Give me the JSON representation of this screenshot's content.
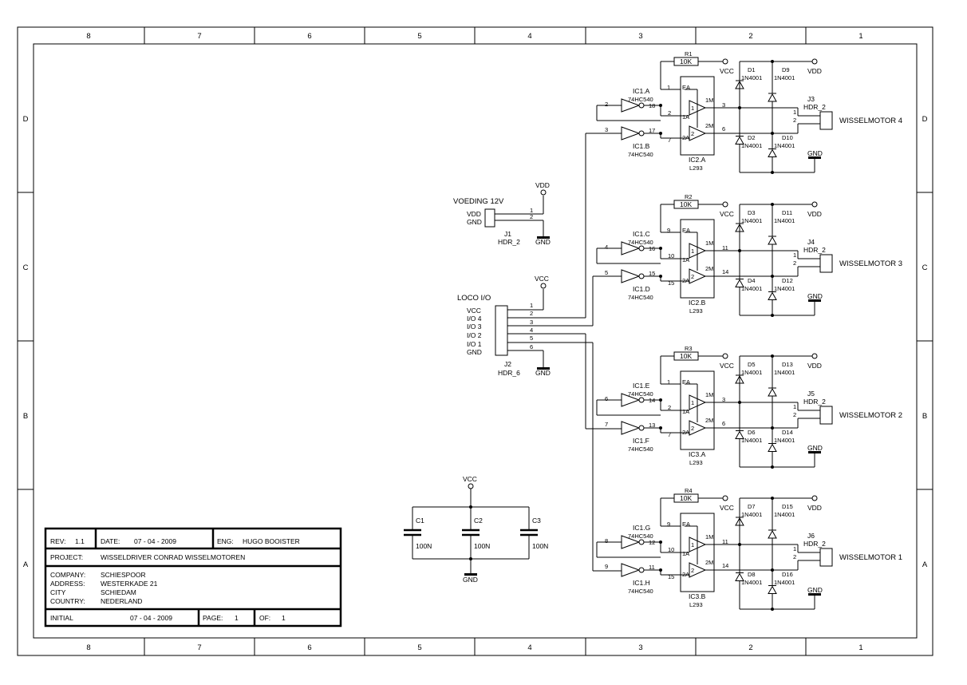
{
  "border": {
    "columns": [
      "8",
      "7",
      "6",
      "5",
      "4",
      "3",
      "2",
      "1"
    ],
    "rows": [
      "D",
      "C",
      "B",
      "A"
    ]
  },
  "power": {
    "label": "VOEDING 12V",
    "pins": [
      "VDD",
      "GND"
    ],
    "pin_numbers": [
      "1",
      "2"
    ],
    "ref": "J1",
    "type": "HDR_2",
    "vdd": "VDD",
    "gnd": "GND"
  },
  "loco": {
    "label": "LOCO I/O",
    "pins": [
      "VCC",
      "I/O 4",
      "I/O 3",
      "I/O 2",
      "I/O 1",
      "GND"
    ],
    "pin_numbers": [
      "1",
      "2",
      "3",
      "4",
      "5",
      "6"
    ],
    "ref": "J2",
    "type": "HDR_6",
    "vcc": "VCC",
    "gnd": "GND"
  },
  "caps": {
    "vcc": "VCC",
    "gnd": "GND",
    "items": [
      {
        "ref": "C1",
        "value": "100N"
      },
      {
        "ref": "C2",
        "value": "100N"
      },
      {
        "ref": "C3",
        "value": "100N"
      }
    ]
  },
  "channels": [
    {
      "res_ref": "R1",
      "res_val": "10K",
      "vcc": "VCC",
      "vdd": "VDD",
      "gnd": "GND",
      "ea_pin": "1",
      "buf_a": "IC1.A",
      "buf_a_type": "74HC540",
      "buf_a_in": "2",
      "buf_a_out": "18",
      "buf_b": "IC1.B",
      "buf_b_type": "74HC540",
      "buf_b_in": "3",
      "buf_b_out": "17",
      "in1": "2",
      "in2": "7",
      "out1": "3",
      "out2": "6",
      "drv": "IC2.A",
      "drv_type": "L293",
      "ea": "EA",
      "p1m": "1M",
      "p2m": "2M",
      "p1a": "1A",
      "p2a": "2A",
      "g1": "1",
      "g2": "2",
      "d_top_l": "D1",
      "d_top_r": "D9",
      "d_bot_l": "D2",
      "d_bot_r": "D10",
      "diode": "1N4001",
      "conn": "J3",
      "conn_type": "HDR_2",
      "c1": "1",
      "c2": "2",
      "motor": "WISSELMOTOR 4"
    },
    {
      "res_ref": "R2",
      "res_val": "10K",
      "vcc": "VCC",
      "vdd": "VDD",
      "gnd": "GND",
      "ea_pin": "9",
      "buf_a": "IC1.C",
      "buf_a_type": "74HC540",
      "buf_a_in": "4",
      "buf_a_out": "16",
      "buf_b": "IC1.D",
      "buf_b_type": "74HC540",
      "buf_b_in": "5",
      "buf_b_out": "15",
      "in1": "10",
      "in2": "15",
      "out1": "11",
      "out2": "14",
      "drv": "IC2.B",
      "drv_type": "L293",
      "ea": "EA",
      "p1m": "1M",
      "p2m": "2M",
      "p1a": "1A",
      "p2a": "2A",
      "g1": "1",
      "g2": "2",
      "d_top_l": "D3",
      "d_top_r": "D11",
      "d_bot_l": "D4",
      "d_bot_r": "D12",
      "diode": "1N4001",
      "conn": "J4",
      "conn_type": "HDR_2",
      "c1": "1",
      "c2": "2",
      "motor": "WISSELMOTOR 3"
    },
    {
      "res_ref": "R3",
      "res_val": "10K",
      "vcc": "VCC",
      "vdd": "VDD",
      "gnd": "GND",
      "ea_pin": "1",
      "buf_a": "IC1.E",
      "buf_a_type": "74HC540",
      "buf_a_in": "6",
      "buf_a_out": "14",
      "buf_b": "IC1.F",
      "buf_b_type": "74HC540",
      "buf_b_in": "7",
      "buf_b_out": "13",
      "in1": "2",
      "in2": "7",
      "out1": "3",
      "out2": "6",
      "drv": "IC3.A",
      "drv_type": "L293",
      "ea": "EA",
      "p1m": "1M",
      "p2m": "2M",
      "p1a": "1A",
      "p2a": "2A",
      "g1": "1",
      "g2": "2",
      "d_top_l": "D5",
      "d_top_r": "D13",
      "d_bot_l": "D6",
      "d_bot_r": "D14",
      "diode": "1N4001",
      "conn": "J5",
      "conn_type": "HDR_2",
      "c1": "1",
      "c2": "2",
      "motor": "WISSELMOTOR 2"
    },
    {
      "res_ref": "R4",
      "res_val": "10K",
      "vcc": "VCC",
      "vdd": "VDD",
      "gnd": "GND",
      "ea_pin": "9",
      "buf_a": "IC1.G",
      "buf_a_type": "74HC540",
      "buf_a_in": "8",
      "buf_a_out": "12",
      "buf_b": "IC1.H",
      "buf_b_type": "74HC540",
      "buf_b_in": "9",
      "buf_b_out": "11",
      "in1": "10",
      "in2": "15",
      "out1": "11",
      "out2": "14",
      "drv": "IC3.B",
      "drv_type": "L293",
      "ea": "EA",
      "p1m": "1M",
      "p2m": "2M",
      "p1a": "1A",
      "p2a": "2A",
      "g1": "1",
      "g2": "2",
      "d_top_l": "D7",
      "d_top_r": "D15",
      "d_bot_l": "D8",
      "d_bot_r": "D16",
      "diode": "1N4001",
      "conn": "J6",
      "conn_type": "HDR_2",
      "c1": "1",
      "c2": "2",
      "motor": "WISSELMOTOR 1"
    }
  ],
  "titleblock": {
    "rev_label": "REV:",
    "rev": "1.1",
    "date_label": "DATE:",
    "date": "07 - 04 - 2009",
    "eng_label": "ENG:",
    "eng": "HUGO BOOISTER",
    "project_label": "PROJECT:",
    "project": "WISSELDRIVER CONRAD WISSELMOTOREN",
    "company_label": "COMPANY:",
    "company": "SCHIESPOOR",
    "address_label": "ADDRESS:",
    "address": "WESTERKADE 21",
    "city_label": "CITY",
    "city": "SCHIEDAM",
    "country_label": "COUNTRY:",
    "country": "NEDERLAND",
    "initial_label": "INITIAL",
    "initial_date": "07 - 04 - 2009",
    "page_label": "PAGE:",
    "page": "1",
    "of_label": "OF:",
    "of": "1"
  }
}
